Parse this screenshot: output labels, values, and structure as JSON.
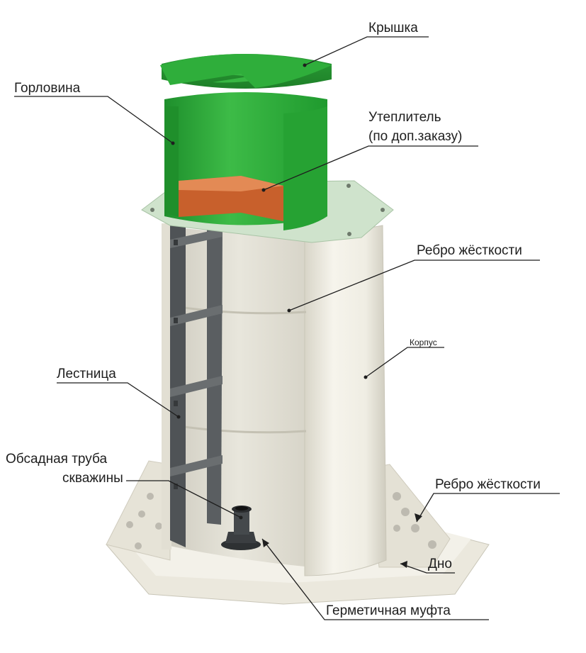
{
  "labels": {
    "lid": "Крышка",
    "neck": "Горловина",
    "insulation_line1": "Утеплитель",
    "insulation_line2": "(по доп.заказу)",
    "rib_upper": "Ребро жёсткости",
    "body": "Корпус",
    "ladder": "Лестница",
    "casing_line1": "Обсадная труба",
    "casing_line2": "скважины",
    "rib_lower": "Ребро жёсткости",
    "bottom": "Дно",
    "coupling": "Герметичная муфта"
  },
  "colors": {
    "green": "#2fa63a",
    "green_dark": "#1f8a2a",
    "green_light": "#5cc463",
    "insulation": "#d9652e",
    "insulation_dark": "#b84e22",
    "body": "#f1efe6",
    "body_shade": "#dcd9cc",
    "ladder": "#55595c",
    "fitting": "#3a3d40",
    "leader": "#1e1e1e"
  }
}
